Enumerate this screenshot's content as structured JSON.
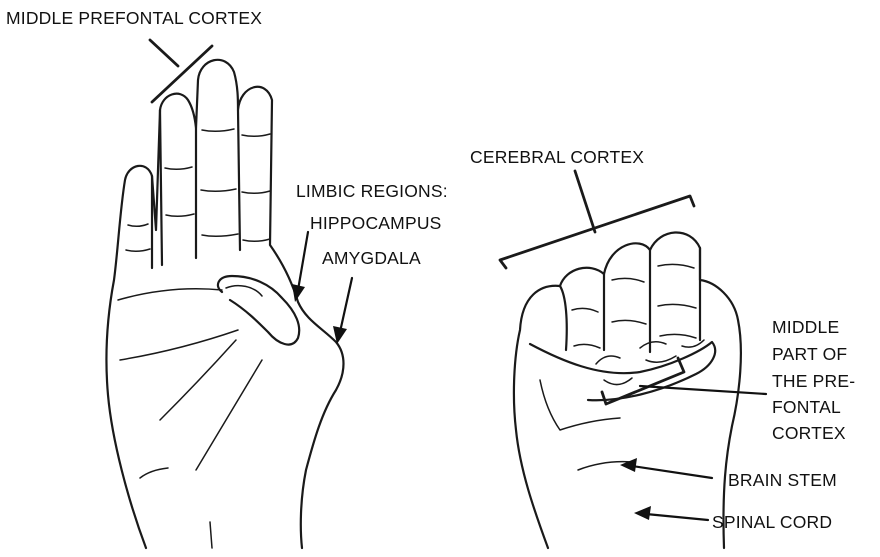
{
  "labels": {
    "middle_prefrontal_cortex": "MIDDLE PREFONTAL CORTEX",
    "limbic_regions": "LIMBIC REGIONS:",
    "hippocampus": "HIPPOCAMPUS",
    "amygdala": "AMYGDALA",
    "cerebral_cortex": "CEREBRAL CORTEX",
    "middle_part_lines": [
      "MIDDLE",
      "PART OF",
      "THE PRE-",
      "FONTAL",
      "CORTEX"
    ],
    "brain_stem": "BRAIN STEM",
    "spinal_cord": "SPINAL CORD"
  }
}
